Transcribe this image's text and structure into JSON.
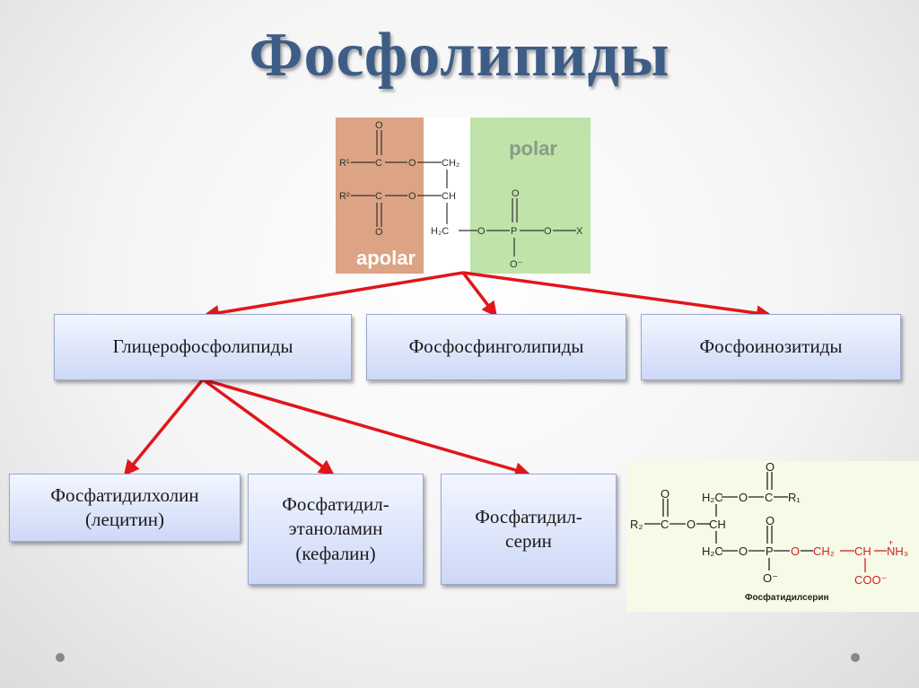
{
  "title": "Фосфолипиды",
  "structure_top": {
    "region_polar": "polar",
    "region_apolar": "apolar",
    "atoms": {
      "r1": "R¹",
      "r2": "R²",
      "c": "C",
      "o": "O",
      "o_minus": "O⁻",
      "ch2": "CH₂",
      "ch": "CH",
      "h2c": "H₂C",
      "p": "P",
      "x": "X"
    }
  },
  "classes": [
    {
      "label": "Глицерофосфолипиды"
    },
    {
      "label": "Фосфосфинголипиды"
    },
    {
      "label": "Фосфоинозитиды"
    }
  ],
  "subclasses": [
    {
      "label": "Фосфатидилхолин\n(лецитин)"
    },
    {
      "label": "Фосфатидил-\nэтаноламин\n(кефалин)"
    },
    {
      "label": "Фосфатидил-\nсерин"
    }
  ],
  "structure_right": {
    "caption": "Фосфатидилсерин",
    "atoms": {
      "r1": "R₁",
      "r2": "R₂",
      "c": "C",
      "o": "O",
      "o_minus": "O⁻",
      "h2c": "H₂C",
      "ch": "CH",
      "ch2": "CH₂",
      "p": "P",
      "nh3": "NH₃",
      "coo": "COO⁻",
      "plus": "+"
    }
  },
  "colors": {
    "title": "#3e5d86",
    "arrow": "#e0161b",
    "apolar_bg": "#dca384",
    "polar_bg": "#bfe3a8",
    "box_top": "#f3f6ff",
    "box_bottom": "#cdd8f7",
    "serine_part": "#d21f26"
  }
}
